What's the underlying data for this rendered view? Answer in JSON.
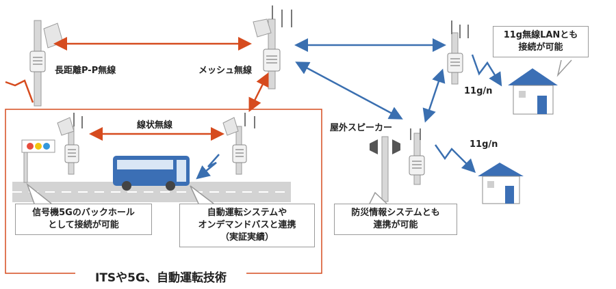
{
  "labels": {
    "long_distance": "長距離P-P無線",
    "mesh": "メッシュ無線",
    "linear": "線状無線",
    "outdoor_speaker": "屋外スピーカー",
    "wifi_1": "11g/n",
    "wifi_2": "11g/n"
  },
  "callouts": {
    "lan": [
      "11g無線LANとも",
      "接続が可能"
    ],
    "signal": [
      "信号機5Gのバックホール",
      "として接続が可能"
    ],
    "autonomous": [
      "自動運転システムや",
      "オンデマンドバスと連携",
      "（実証実績）"
    ],
    "disaster": [
      "防災情報システムとも",
      "連携が可能"
    ]
  },
  "its_title": "ITSや5G、自動運転技術",
  "colors": {
    "red_arrow": "#d64b1e",
    "blue_arrow": "#3a6fb0",
    "bus": "#3b6fb5",
    "house_roof": "#3b6fb5",
    "road": "#cfcfcf",
    "frame": "#d64b1e"
  }
}
